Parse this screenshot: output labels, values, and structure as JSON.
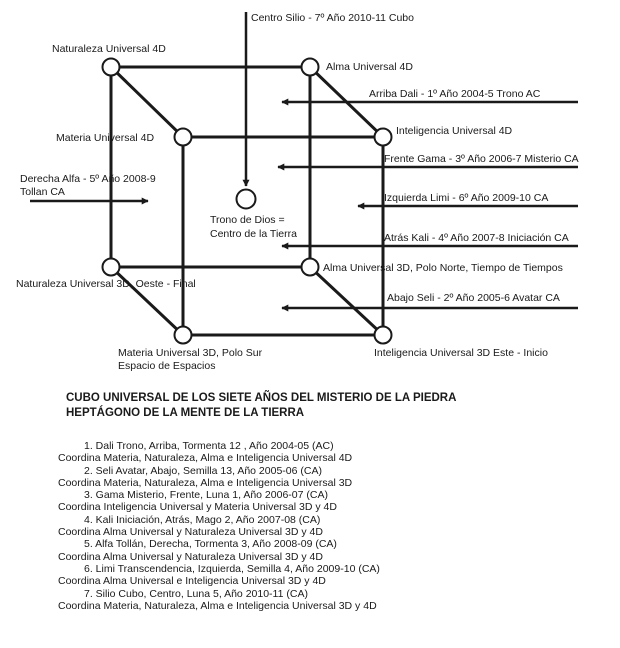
{
  "diagram": {
    "nodes": [
      {
        "id": "nat4d",
        "label": "Naturaleza Universal 4D"
      },
      {
        "id": "alma4d",
        "label": "Alma Universal 4D"
      },
      {
        "id": "mat4d",
        "label": "Materia Universal 4D"
      },
      {
        "id": "int4d",
        "label": "Inteligencia Universal 4D"
      },
      {
        "id": "nat3d",
        "label": "Naturaleza Universal 3D, Oeste - Final"
      },
      {
        "id": "alma3d",
        "label": "Alma Universal 3D, Polo Norte, Tiempo de Tiempos"
      },
      {
        "id": "mat3d",
        "label_lines": [
          "Materia Universal 3D, Polo Sur",
          "Espacio de Espacios"
        ]
      },
      {
        "id": "int3d",
        "label": "Inteligencia Universal 3D Este - Inicio"
      },
      {
        "id": "center",
        "label_lines": [
          "Trono de Dios =",
          "Centro de la Tierra"
        ]
      }
    ],
    "arrows": [
      {
        "id": "silio",
        "label": "Centro Silio - 7º Año  2010-11  Cubo"
      },
      {
        "id": "dali",
        "label": "Arriba Dali - 1º Año 2004-5 Trono AC"
      },
      {
        "id": "gama",
        "label": "Frente Gama - 3º Año 2006-7 Misterio CA"
      },
      {
        "id": "alfa",
        "label_lines": [
          "Derecha Alfa - 5º Año 2008-9",
          "Tollan CA"
        ]
      },
      {
        "id": "limi",
        "label": "Izquierda Limi - 6º Año 2009-10 CA"
      },
      {
        "id": "kali",
        "label": "Atrás Kali - 4º Año 2007-8 Iniciación CA"
      },
      {
        "id": "seli",
        "label": "Abajo Seli - 2º Año 2005-6 Avatar CA"
      }
    ]
  },
  "title_lines": [
    "CUBO UNIVERSAL DE LOS SIETE AÑOS DEL MISTERIO DE LA PIEDRA",
    "HEPTÁGONO DE LA MENTE DE LA TIERRA"
  ],
  "list": [
    {
      "item": "1.  Dali Trono, Arriba, Tormenta 12 , Año 2004-05 (AC)",
      "desc": "Coordina Materia, Naturaleza, Alma e Inteligencia Universal 4D"
    },
    {
      "item": "2.  Seli Avatar, Abajo, Semilla 13,  Año 2005-06 (CA)",
      "desc": "Coordina Materia, Naturaleza, Alma e Inteligencia Universal 3D"
    },
    {
      "item": "3.  Gama Misterio, Frente, Luna 1, Año 2006-07 (CA)",
      "desc": "Coordina Inteligencia Universal y Materia Universal 3D y 4D"
    },
    {
      "item": "4.  Kali Iniciación, Atrás, Mago 2, Año 2007-08 (CA)",
      "desc": "Coordina Alma Universal y Naturaleza Universal 3D y 4D"
    },
    {
      "item": "5.  Alfa Tollán, Derecha, Tormenta 3, Año 2008-09 (CA)",
      "desc": "Coordina Alma Universal y Naturaleza Universal 3D y 4D"
    },
    {
      "item": "6.  Limi Transcendencia, Izquierda, Semilla 4, Año 2009-10 (CA)",
      "desc": "Coordina Alma Universal e Inteligencia Universal 3D y 4D"
    },
    {
      "item": "7.  Silio Cubo, Centro, Luna 5, Año 2010-11 (CA)",
      "desc": "Coordina Materia, Naturaleza, Alma e Inteligencia Universal 3D y 4D"
    }
  ]
}
